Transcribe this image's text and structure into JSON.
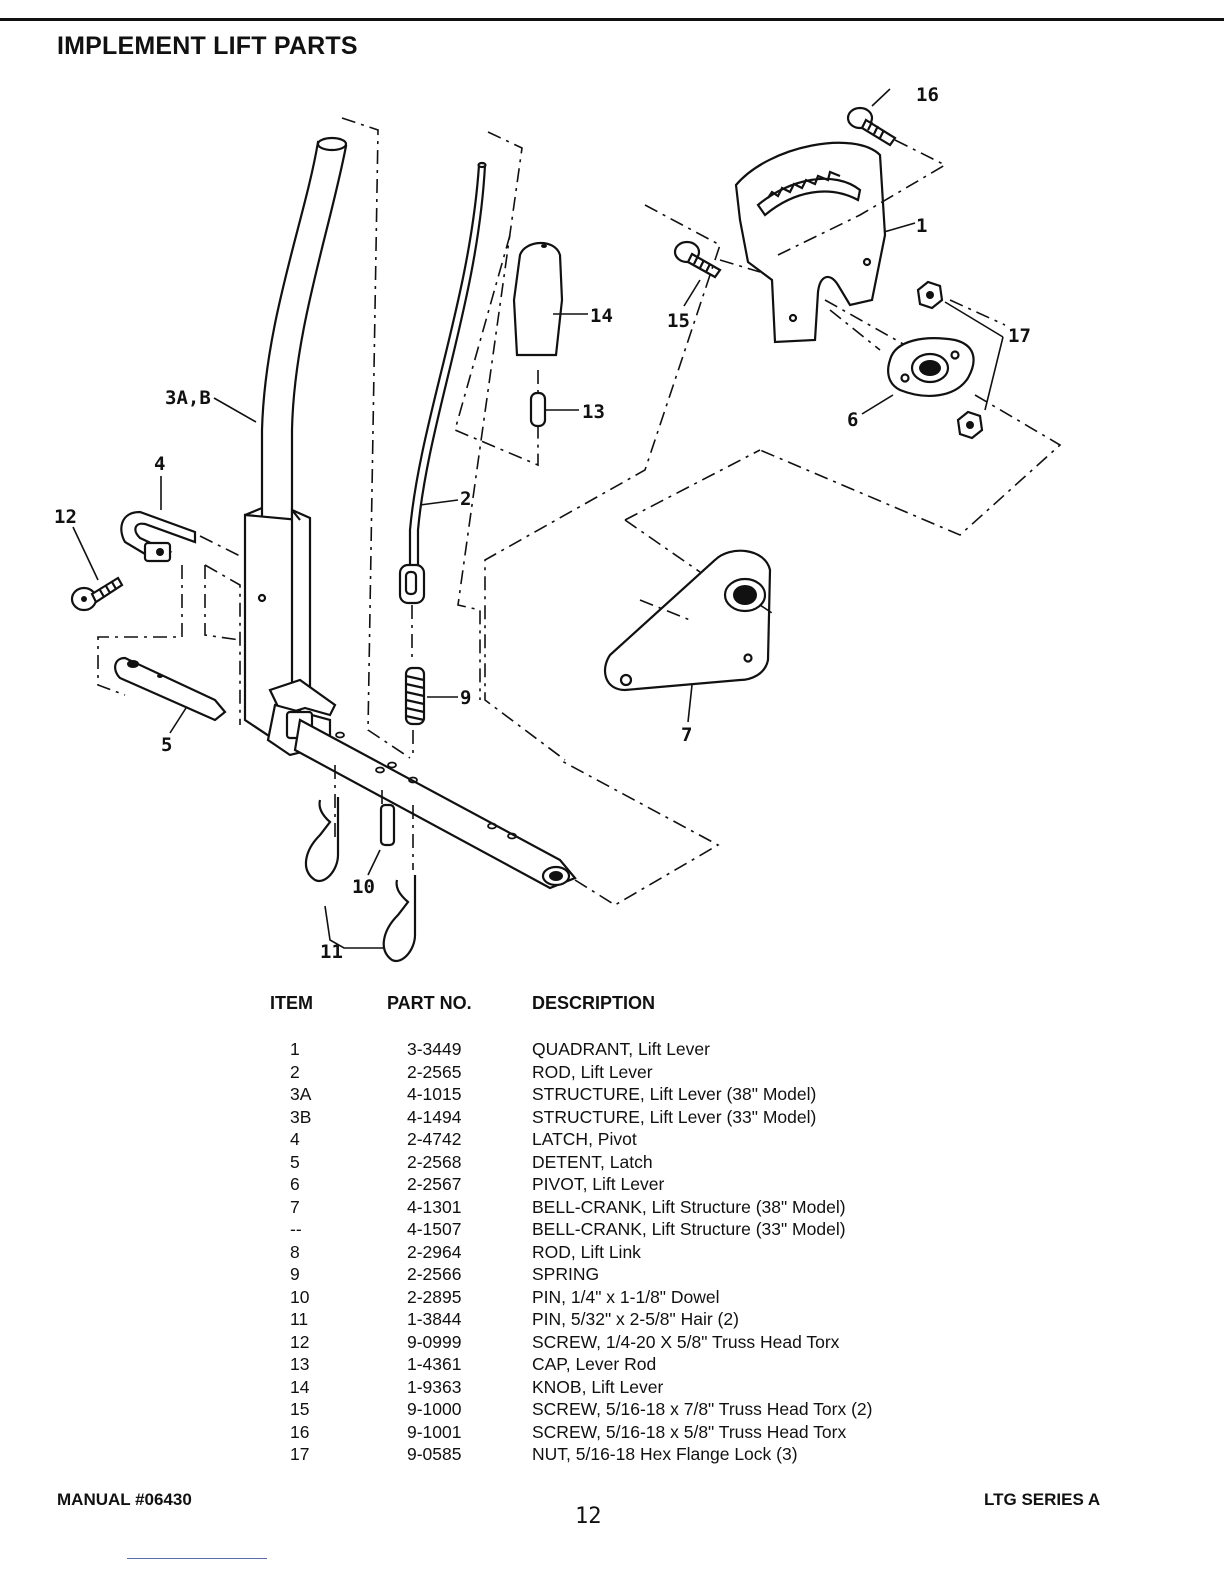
{
  "page_title": "IMPLEMENT LIFT PARTS",
  "callouts": {
    "c1": "1",
    "c2": "2",
    "c3": "3A,B",
    "c4": "4",
    "c5": "5",
    "c6": "6",
    "c7": "7",
    "c9": "9",
    "c10": "10",
    "c11": "11",
    "c12": "12",
    "c13": "13",
    "c14": "14",
    "c15": "15",
    "c16": "16",
    "c17": "17"
  },
  "table": {
    "headers": {
      "item": "ITEM",
      "part_no": "PART NO.",
      "description": "DESCRIPTION"
    },
    "rows": [
      {
        "item": "1",
        "part_no": "3-3449",
        "description": "QUADRANT, Lift Lever"
      },
      {
        "item": "2",
        "part_no": "2-2565",
        "description": "ROD, Lift Lever"
      },
      {
        "item": "3A",
        "part_no": "4-1015",
        "description": "STRUCTURE, Lift Lever (38\" Model)"
      },
      {
        "item": "3B",
        "part_no": "4-1494",
        "description": "STRUCTURE, Lift Lever (33\" Model)"
      },
      {
        "item": "4",
        "part_no": "2-4742",
        "description": "LATCH, Pivot"
      },
      {
        "item": "5",
        "part_no": "2-2568",
        "description": "DETENT, Latch"
      },
      {
        "item": "6",
        "part_no": "2-2567",
        "description": "PIVOT, Lift Lever"
      },
      {
        "item": "7",
        "part_no": "4-1301",
        "description": "BELL-CRANK, Lift Structure (38\" Model)"
      },
      {
        "item": "--",
        "part_no": "4-1507",
        "description": "BELL-CRANK, Lift Structure (33\" Model)"
      },
      {
        "item": "8",
        "part_no": "2-2964",
        "description": "ROD, Lift Link"
      },
      {
        "item": "9",
        "part_no": "2-2566",
        "description": "SPRING"
      },
      {
        "item": "10",
        "part_no": "2-2895",
        "description": "PIN, 1/4\" x 1-1/8\" Dowel"
      },
      {
        "item": "11",
        "part_no": "1-3844",
        "description": "PIN, 5/32\" x 2-5/8\" Hair (2)"
      },
      {
        "item": "12",
        "part_no": "9-0999",
        "description": "SCREW, 1/4-20 X 5/8\" Truss Head Torx"
      },
      {
        "item": "13",
        "part_no": "1-4361",
        "description": "CAP, Lever Rod"
      },
      {
        "item": "14",
        "part_no": "1-9363",
        "description": "KNOB, Lift Lever"
      },
      {
        "item": "15",
        "part_no": "9-1000",
        "description": "SCREW, 5/16-18 x 7/8\" Truss Head Torx (2)"
      },
      {
        "item": "16",
        "part_no": "9-1001",
        "description": "SCREW, 5/16-18 x 5/8\" Truss Head Torx"
      },
      {
        "item": "17",
        "part_no": "9-0585",
        "description": "NUT, 5/16-18 Hex Flange Lock (3)"
      }
    ]
  },
  "footer": {
    "manual": "MANUAL #06430",
    "series": "LTG SERIES A",
    "page_number": "12"
  }
}
